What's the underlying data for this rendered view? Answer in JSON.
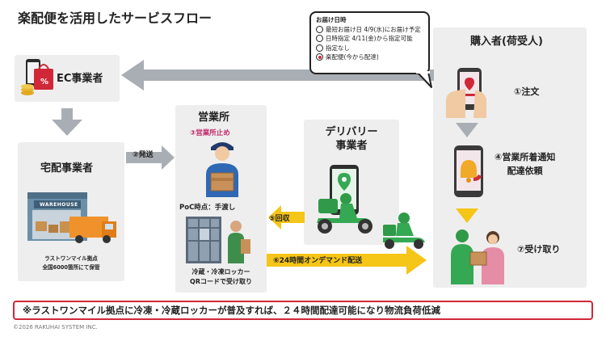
{
  "title": "楽配便を活用したサービスフロー",
  "bubble": {
    "heading": "お届け日時",
    "options": [
      {
        "label": "最短お届け日 4/9(水)にお届け予定",
        "selected": false
      },
      {
        "label": "日時指定 4/11(金)から指定可能",
        "selected": false
      },
      {
        "label": "指定なし",
        "selected": false
      },
      {
        "label": "楽配便(今から配達)",
        "selected": true
      }
    ]
  },
  "ec": {
    "label": "EC事業者",
    "badge": "%"
  },
  "takuhai": {
    "label": "宅配事業者",
    "sign": "WAREHOUSE",
    "note_line1": "ラストワンマイル拠点",
    "note_line2": "全国6000箇所にて保管"
  },
  "eigyo": {
    "label": "営業所",
    "stop": "③営業所止め",
    "poc": "PoC時点：手渡し",
    "locker_line1": "冷蔵・冷凍ロッカー",
    "locker_line2": "QRコードで受け取り"
  },
  "delivery": {
    "line1": "デリバリー",
    "line2": "事業者"
  },
  "buyer": {
    "label": "購入者(荷受人)",
    "order": "①注文",
    "notify_line1": "④営業所着通知",
    "notify_line2": "配達依頼",
    "receive": "⑦受け取り"
  },
  "steps": {
    "ship": "②発送",
    "collect": "⑤回収",
    "ondemand": "⑥24時間オンデマンド配送"
  },
  "footer": "※ラストワンマイル拠点に冷凍・冷蔵ロッカーが普及すれば、２４時間配達可能になり物流負荷低減",
  "copyright": "©2026 RAKUHAI SYSTEM INC.",
  "colors": {
    "panel": "#eeeeee",
    "arrow_gray": "#a9aeb4",
    "arrow_yellow": "#f5c518",
    "accent_red": "#d02838",
    "green": "#35a853"
  }
}
